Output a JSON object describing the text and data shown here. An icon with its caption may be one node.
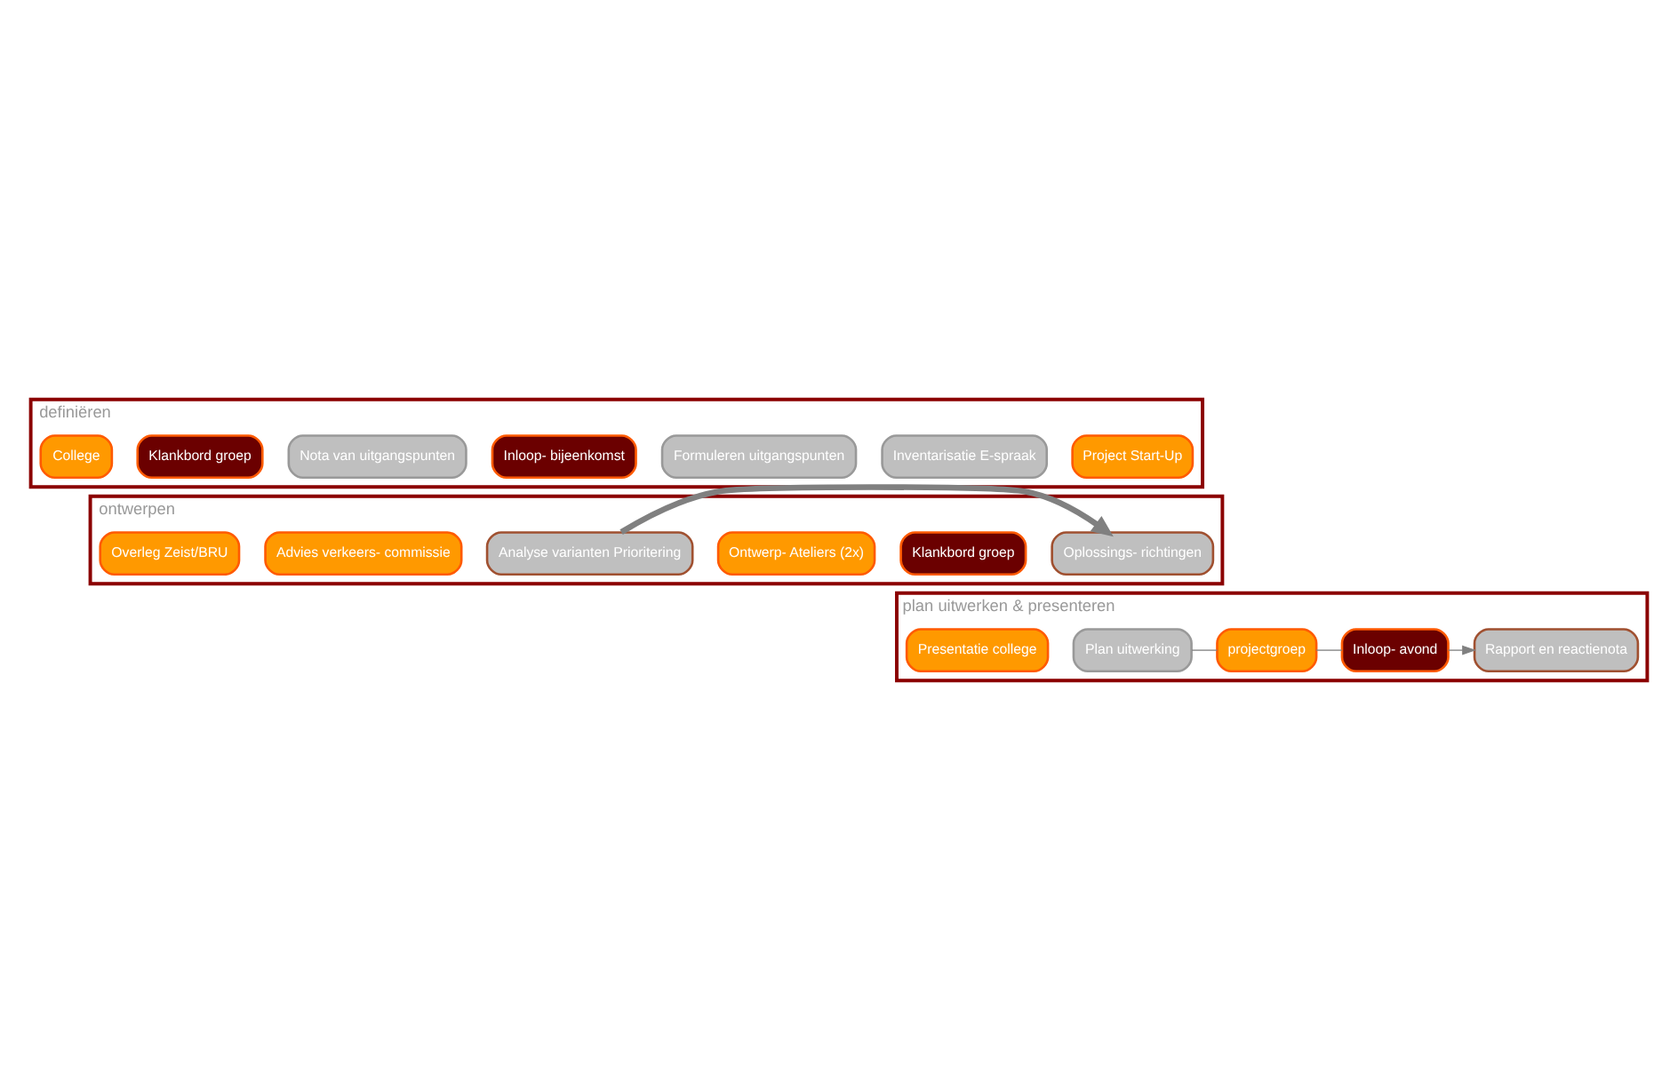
{
  "diagram": {
    "nodes": [
      {
        "text": [
          "definiëren"
        ]
      },
      {
        "text": [
          "Project Start-Up"
        ],
        "in": 0
      },
      {
        "text": [
          "Inventarisatie E-spraak"
        ],
        "in": 0
      },
      {
        "text": [
          "Formuleren uitgangspunten"
        ],
        "in": 0
      },
      {
        "text": [
          "Inloop- bijeenkomst"
        ],
        "in": 0
      },
      {
        "text": [
          "Nota van uitgangspunten"
        ],
        "in": 0
      },
      {
        "text": [
          "Klankbord groep"
        ],
        "in": 0
      },
      {
        "text": [
          "College"
        ],
        "in": 0
      },
      {
        "text": [
          "ontwerpen"
        ]
      },
      {
        "text": [
          "Oplossings- richtingen"
        ],
        "in": 8
      },
      {
        "text": [
          "Klankbord groep"
        ],
        "in": 8
      },
      {
        "text": [
          "Ontwerp- Ateliers (2x)"
        ],
        "in": 8
      },
      {
        "text": [
          "Analyse varianten Prioritering"
        ],
        "in": 8
      },
      {
        "text": [
          "Advies verkeers- commissie"
        ],
        "in": 8
      },
      {
        "text": [
          "Overleg Zeist/BRU"
        ],
        "in": 8
      },
      {
        "text": [
          "plan uitwerken & presenteren"
        ]
      },
      {
        "text": [
          "Plan uitwerking"
        ],
        "in": 15
      },
      {
        "text": [
          "projectgroep"
        ],
        "in": 15
      },
      {
        "text": [
          "Inloop- avond"
        ],
        "in": 15
      },
      {
        "text": [
          "Rapport en reactienota"
        ],
        "in": 15
      },
      {
        "text": [
          "Presentatie college"
        ],
        "in": 15
      }
    ],
    "edges": [
      {
        "from": 16,
        "to": 17,
        "arrow": "none"
      },
      {
        "from": 17,
        "to": 18,
        "arrow": "none"
      },
      {
        "from": 18,
        "to": 19,
        "arrow": "to"
      },
      {
        "from": 12,
        "to": 9,
        "arrow": "to",
        "style": "thick",
        "color": "#808080"
      }
    ]
  }
}
